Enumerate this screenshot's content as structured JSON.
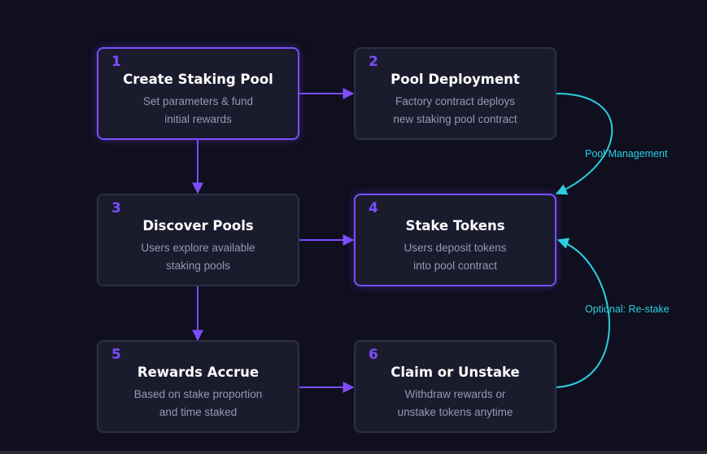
{
  "steps": [
    {
      "number": "1",
      "title": "Create Staking Pool",
      "lines": [
        "Set parameters & fund",
        "initial rewards"
      ]
    },
    {
      "number": "2",
      "title": "Pool Deployment",
      "lines": [
        "Factory contract deploys",
        "new staking pool contract"
      ]
    },
    {
      "number": "3",
      "title": "Discover Pools",
      "lines": [
        "Users explore available",
        "staking pools"
      ]
    },
    {
      "number": "4",
      "title": "Stake Tokens",
      "lines": [
        "Users deposit tokens",
        "into pool contract"
      ]
    },
    {
      "number": "5",
      "title": "Rewards Accrue",
      "lines": [
        "Based on stake proportion",
        "and time staked"
      ]
    },
    {
      "number": "6",
      "title": "Claim or Unstake",
      "lines": [
        "Withdraw rewards or",
        "unstake tokens anytime"
      ]
    }
  ],
  "edge_labels": {
    "pool_management": "Pool Management",
    "restake": "Optional: Re-stake"
  },
  "colors": {
    "background": "#0f0f1f",
    "node_fill": "#1b1b2e",
    "accent_purple": "#7c4dff",
    "accent_cyan": "#2bd0e0"
  }
}
